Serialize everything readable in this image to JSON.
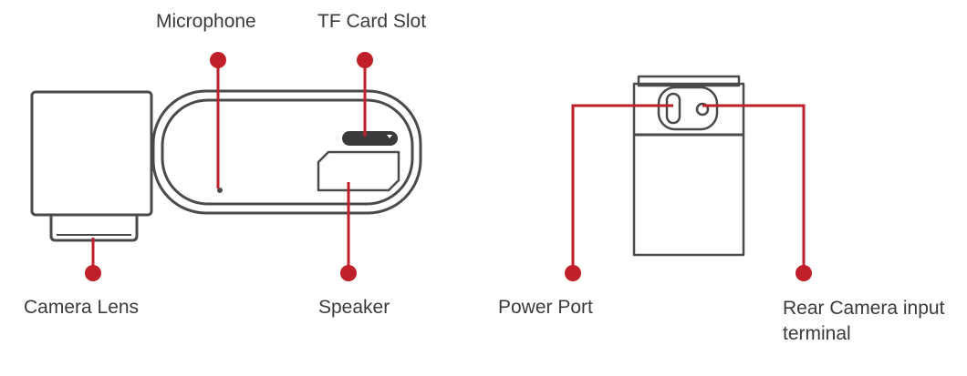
{
  "labels": {
    "microphone": "Microphone",
    "tf_card_slot": "TF Card Slot",
    "camera_lens": "Camera Lens",
    "speaker": "Speaker",
    "power_port": "Power Port",
    "rear_camera_line1": "Rear Camera input",
    "rear_camera_line2": "terminal"
  },
  "colors": {
    "callout": "#c0202a",
    "outline": "#4a4a4a",
    "text": "#3a3a3a"
  }
}
